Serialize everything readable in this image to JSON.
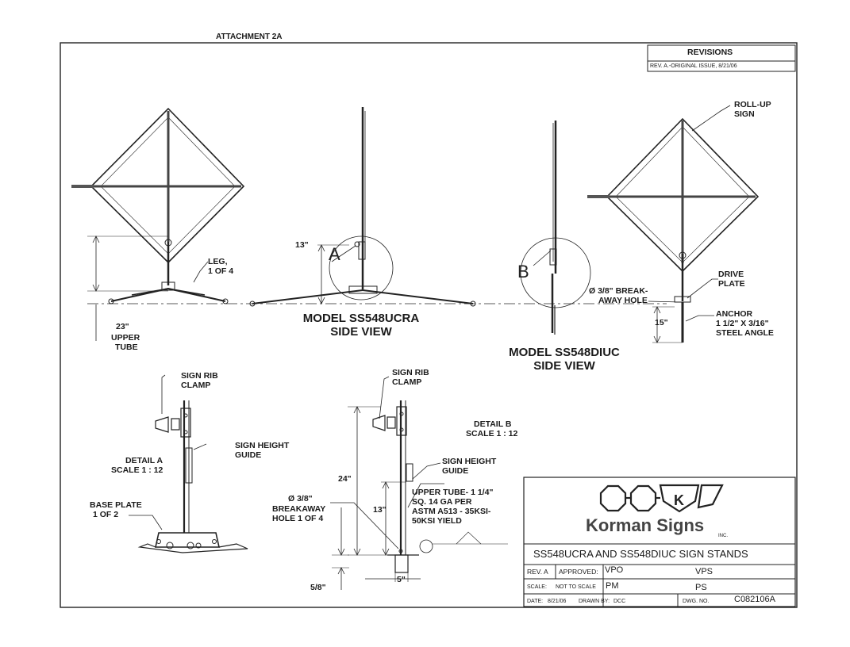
{
  "attachment": "ATTACHMENT 2A",
  "revisions": {
    "title": "REVISIONS",
    "entry": "REV. A.-ORIGINAL ISSUE, 8/21/06"
  },
  "views": {
    "ucra_side": {
      "title_line1": "MODEL SS548UCRA",
      "title_line2": "SIDE VIEW",
      "dim_13": "13\"",
      "detail_letter": "A"
    },
    "diuc_side": {
      "title_line1": "MODEL SS548DIUC",
      "title_line2": "SIDE VIEW",
      "detail_letter": "B",
      "dim_15": "15\""
    }
  },
  "labels": {
    "leg_1": "LEG,",
    "leg_2": "1 OF 4",
    "upper_tube_dim": "23\"",
    "upper_tube_1": "UPPER",
    "upper_tube_2": "TUBE",
    "rollup_1": "ROLL-UP",
    "rollup_2": "SIGN",
    "drive_1": "DRIVE",
    "drive_2": "PLATE",
    "breakaway_1": "Ø 3/8\" BREAK-",
    "breakaway_2": "AWAY HOLE",
    "anchor_1": "ANCHOR",
    "anchor_2": "1 1/2\" X 3/16\"",
    "anchor_3": "STEEL ANGLE"
  },
  "detail_a": {
    "clamp_1": "SIGN RIB",
    "clamp_2": "CLAMP",
    "guide_1": "SIGN HEIGHT",
    "guide_2": "GUIDE",
    "title_1": "DETAIL A",
    "title_2": "SCALE 1 : 12",
    "base_1": "BASE PLATE",
    "base_2": "1 OF 2"
  },
  "detail_b": {
    "clamp_1": "SIGN RIB",
    "clamp_2": "CLAMP",
    "title_1": "DETAIL B",
    "title_2": "SCALE 1 : 12",
    "guide_1": "SIGN HEIGHT",
    "guide_2": "GUIDE",
    "dim_24": "24\"",
    "dim_13": "13\"",
    "hole_1": "Ø 3/8\"",
    "hole_2": "BREAKAWAY",
    "hole_3": "HOLE 1 OF 4",
    "tube_1": "UPPER TUBE- 1 1/4\"",
    "tube_2": "SQ. 14 GA PER",
    "tube_3": "ASTM A513 - 35KSI-",
    "tube_4": "50KSI YIELD",
    "dim_58": "5/8\"",
    "dim_5": "5\""
  },
  "title_block": {
    "company": "Korman Signs",
    "company_suffix": "INC.",
    "logo_letter": "K",
    "drawing_title": "SS548UCRA AND SS548DIUC SIGN STANDS",
    "rev_label": "REV. A",
    "approved_label": "APPROVED:",
    "approved_value": "VPO",
    "approved_sig": "VPS",
    "scale_label": "SCALE:",
    "scale_value": "NOT TO SCALE",
    "scale_sig1": "PM",
    "scale_sig2": "PS",
    "date_label": "DATE:",
    "date_value": "8/21/06",
    "drawn_label": "DRAWN BY:",
    "drawn_value": "DCC",
    "dwg_label": "DWG. NO.",
    "dwg_value": "C082106A"
  }
}
